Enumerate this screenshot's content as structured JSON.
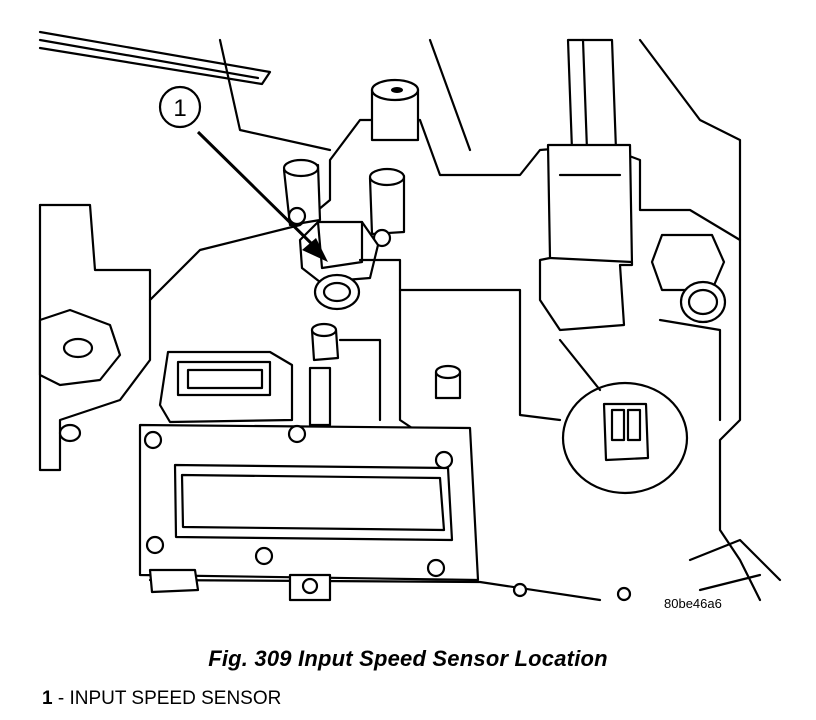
{
  "figure": {
    "callout_number": "1",
    "reference_code": "80be46a6",
    "caption": "Fig. 309 Input Speed Sensor Location"
  },
  "legend": [
    {
      "number": "1",
      "separator": " - ",
      "label": "INPUT SPEED SENSOR"
    }
  ]
}
